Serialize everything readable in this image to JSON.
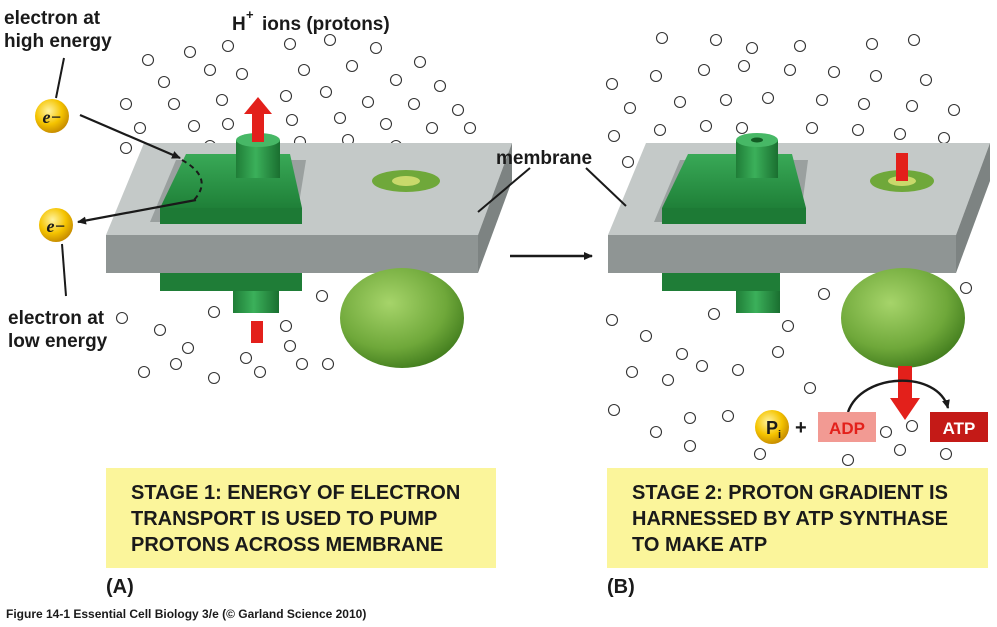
{
  "panel_a": {
    "label_electron_high_line1": "electron at",
    "label_electron_high_line2": "high energy",
    "label_electron_low_line1": "electron at",
    "label_electron_low_line2": "low energy",
    "label_protons": "ions (protons)",
    "label_h": "H",
    "label_plus": "+",
    "electron_symbol": "e−",
    "caption": "STAGE 1: ENERGY OF ELECTRON\nTRANSPORT IS USED TO PUMP\nPROTONS ACROSS MEMBRANE",
    "letter": "(A)"
  },
  "panel_b": {
    "label_membrane": "membrane",
    "pi_symbol": "P",
    "pi_subscript": "i",
    "plus": "+",
    "adp": "ADP",
    "atp": "ATP",
    "caption": "STAGE 2: PROTON GRADIENT IS\nHARNESSED BY ATP SYNTHASE\nTO MAKE ATP",
    "letter": "(B)"
  },
  "credit": "Figure 14-1  Essential Cell Biology 3/e (© Garland Science 2010)",
  "colors": {
    "membrane_top": "#c4c9c8",
    "membrane_front": "#8f9594",
    "protein_green": "#2f9a4a",
    "protein_dark": "#1d7a35",
    "synthase_green": "#6fa83a",
    "arrow_red": "#e3201b",
    "electron_yellow": "#f5c400",
    "caption_yellow": "#fbf59b",
    "adp_pink": "#f29a93",
    "atp_red": "#c41a17"
  }
}
